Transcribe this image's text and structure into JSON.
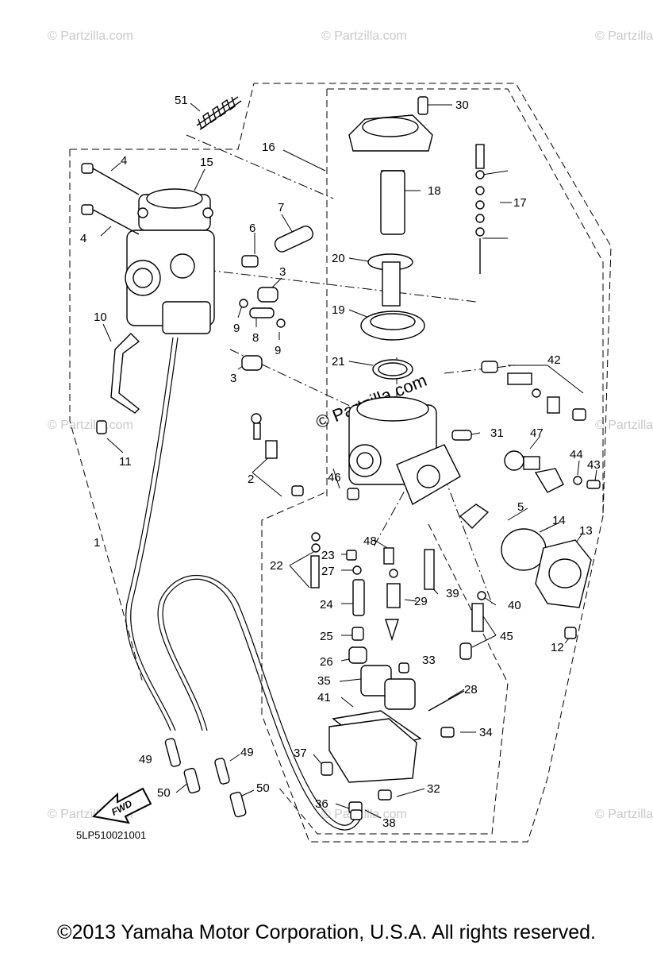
{
  "watermark": "© Partzilla.com",
  "watermark_center": "© Partzilla.com",
  "fwd_label": "FWD",
  "catalog_code": "5LP510021001",
  "copyright": "©2013 Yamaha Motor Corporation, U.S.A. All rights reserved.",
  "callouts": {
    "c1": "1",
    "c2": "2",
    "c3a": "3",
    "c3b": "3",
    "c4a": "4",
    "c4b": "4",
    "c5": "5",
    "c6": "6",
    "c7": "7",
    "c8": "8",
    "c9a": "9",
    "c9b": "9",
    "c10": "10",
    "c11": "11",
    "c12": "12",
    "c13": "13",
    "c14": "14",
    "c15": "15",
    "c16": "16",
    "c17": "17",
    "c18": "18",
    "c19": "19",
    "c20": "20",
    "c21": "21",
    "c22": "22",
    "c23": "23",
    "c24": "24",
    "c25": "25",
    "c26": "26",
    "c27": "27",
    "c28": "28",
    "c29": "29",
    "c30": "30",
    "c31": "31",
    "c32": "32",
    "c33": "33",
    "c34": "34",
    "c35": "35",
    "c36": "36",
    "c37": "37",
    "c38": "38",
    "c39": "39",
    "c40": "40",
    "c41": "41",
    "c42": "42",
    "c43": "43",
    "c44": "44",
    "c45": "45",
    "c46": "46",
    "c47": "47",
    "c48": "48",
    "c49a": "49",
    "c49b": "49",
    "c50a": "50",
    "c50b": "50",
    "c51": "51"
  }
}
